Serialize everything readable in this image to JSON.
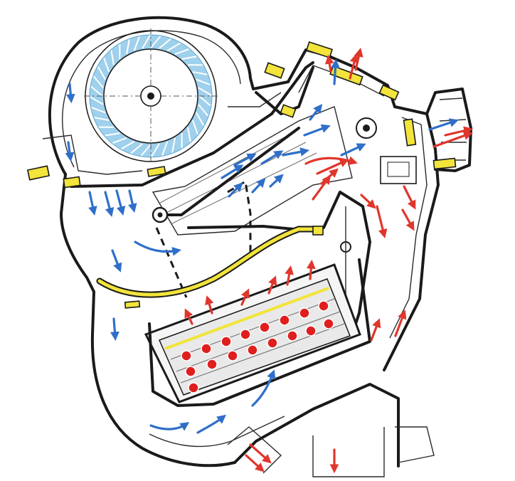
{
  "colors": {
    "cold_air": "#2f6fc9",
    "hot_air": "#e0362c",
    "blower_wheel": "#9fd0ec",
    "seal": "#f2e43a",
    "heater_tube": "#e01e1e",
    "outline": "#1a1a1a",
    "background": "#ffffff"
  },
  "components": [
    {
      "name": "blower-wheel",
      "icon": "fan-wheel-icon"
    },
    {
      "name": "heater-core",
      "icon": "heater-core-icon"
    },
    {
      "name": "blend-door",
      "icon": "dashed-flap-icon"
    },
    {
      "name": "mode-door",
      "icon": "flap-icon"
    },
    {
      "name": "defrost-outlet",
      "icon": "vent-icon"
    },
    {
      "name": "panel-vent-outlet",
      "icon": "vent-icon"
    },
    {
      "name": "floor-outlet",
      "icon": "vent-icon"
    }
  ],
  "flows": {
    "cold_count": 24,
    "hot_count": 24
  }
}
